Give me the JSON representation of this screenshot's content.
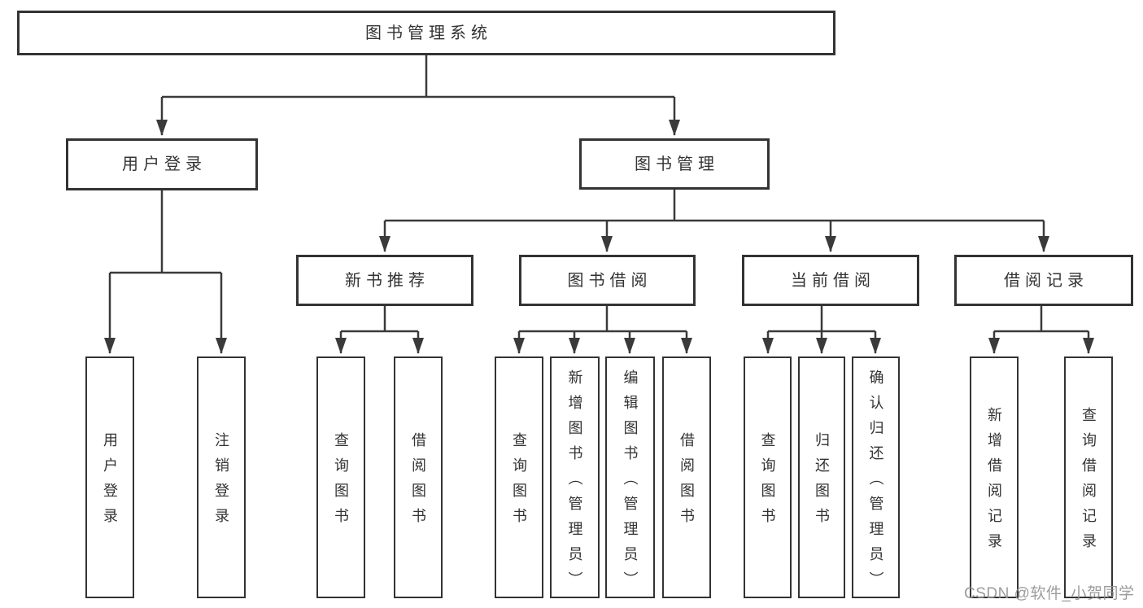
{
  "diagram": {
    "type": "tree",
    "title": "图书管理系统",
    "colors": {
      "line": "#3a3a3a",
      "box_border": "#333333",
      "text": "#333333",
      "background": "#ffffff",
      "watermark": "#949494"
    },
    "nodes": {
      "root": {
        "label": "图书管理系统"
      },
      "userLogin": {
        "label": "用户登录"
      },
      "bookMgmt": {
        "label": "图书管理"
      },
      "newBookRec": {
        "label": "新书推荐"
      },
      "bookBorrow": {
        "label": "图书借阅"
      },
      "currentBorrow": {
        "label": "当前借阅"
      },
      "borrowRecords": {
        "label": "借阅记录"
      },
      "ul1": {
        "label": "用户登录"
      },
      "ul2": {
        "label": "注销登录"
      },
      "nb1": {
        "label": "查询图书"
      },
      "nb2": {
        "label": "借阅图书"
      },
      "bb1": {
        "label": "查询图书"
      },
      "bb2": {
        "label": "新增图书（管理员）"
      },
      "bb3": {
        "label": "编辑图书（管理员）"
      },
      "bb4": {
        "label": "借阅图书"
      },
      "cb1": {
        "label": "查询图书"
      },
      "cb2": {
        "label": "归还图书"
      },
      "cb3": {
        "label": "确认归还（管理员）"
      },
      "br1": {
        "label": "新增借阅记录"
      },
      "br2": {
        "label": "查询借阅记录"
      }
    },
    "hierarchy": {
      "图书管理系统": {
        "用户登录": [
          "用户登录",
          "注销登录"
        ],
        "图书管理": {
          "新书推荐": [
            "查询图书",
            "借阅图书"
          ],
          "图书借阅": [
            "查询图书",
            "新增图书（管理员）",
            "编辑图书（管理员）",
            "借阅图书"
          ],
          "当前借阅": [
            "查询图书",
            "归还图书",
            "确认归还（管理员）"
          ],
          "借阅记录": [
            "新增借阅记录",
            "查询借阅记录"
          ]
        }
      }
    }
  },
  "watermark": {
    "text": "CSDN @软件_小贺同学"
  }
}
